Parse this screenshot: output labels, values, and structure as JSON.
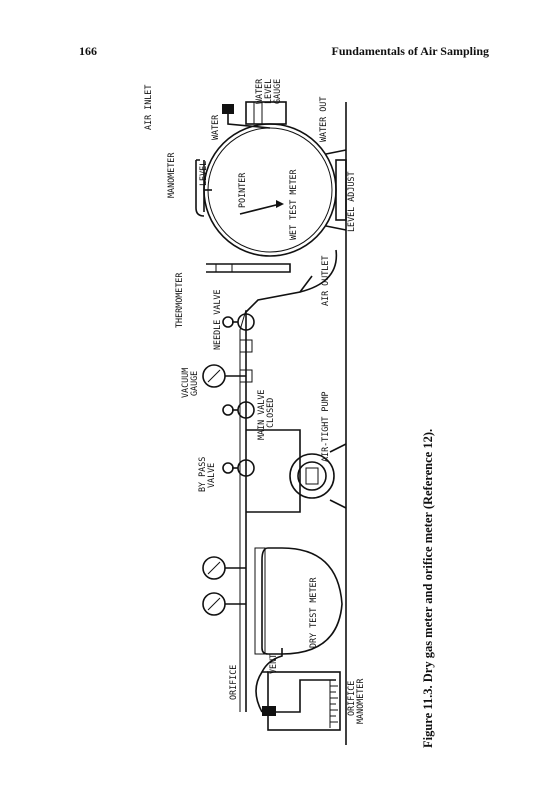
{
  "header": {
    "page_number": "166",
    "running_title": "Fundamentals of Air Sampling"
  },
  "figure": {
    "caption": "Figure 11.3.   Dry gas meter and orifice meter (Reference 12).",
    "labels": {
      "air_inlet": "AIR INLET",
      "water": "WATER",
      "water_level_gauge_1": "WATER",
      "water_level_gauge_2": "LEVEL",
      "water_level_gauge_3": "GAUGE",
      "water_out": "WATER OUT",
      "manometer": "MANOMETER",
      "level": "LEVEL",
      "pointer": "POINTER",
      "wet_test_meter": "WET TEST METER",
      "level_adjust": "LEVEL ADJUST",
      "thermometer": "THERMOMETER",
      "air_outlet": "AIR OUTLET",
      "needle_valve": "NEEDLE VALVE",
      "vacuum_gauge_1": "VACUUM",
      "vacuum_gauge_2": "GAUGE",
      "main_valve_1": "MAIN VALVE",
      "main_valve_2": "CLOSED",
      "air_tight_pump": "AIR-TIGHT PUMP",
      "by_pass_valve_1": "BY PASS",
      "by_pass_valve_2": "VALVE",
      "dry_test_meter": "DRY TEST METER",
      "vent": "VENT",
      "orifice": "ORIFICE",
      "orifice_manometer_1": "ORIFICE",
      "orifice_manometer_2": "MANOMETER"
    }
  }
}
